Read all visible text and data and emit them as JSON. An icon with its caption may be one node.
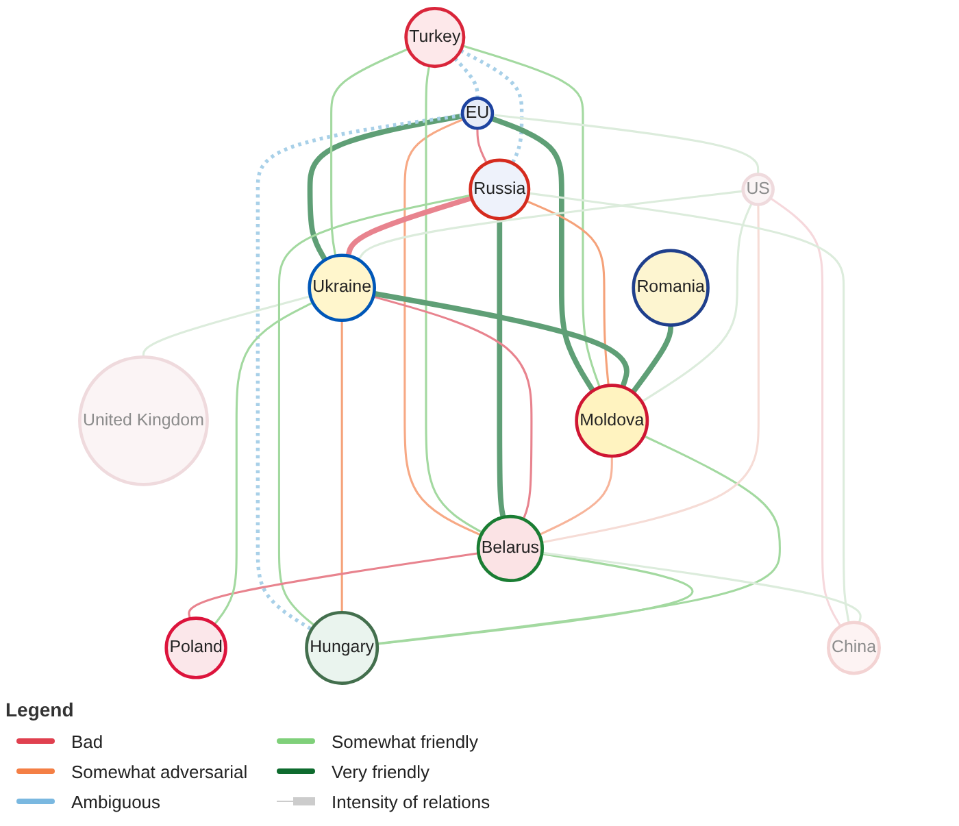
{
  "diagram": {
    "nodes": [
      {
        "text": [
          "United Kingdom"
        ]
      },
      {
        "text": [
          "Turkey"
        ]
      },
      {
        "text": [
          "EU"
        ]
      },
      {
        "text": [
          "Russia"
        ]
      },
      {
        "text": [
          "Ukraine"
        ]
      },
      {
        "text": [
          "Romania"
        ]
      },
      {
        "text": [
          "Moldova"
        ]
      },
      {
        "text": [
          "Belarus"
        ]
      },
      {
        "text": [
          "Poland"
        ]
      },
      {
        "text": [
          "US"
        ]
      },
      {
        "text": [
          "China"
        ]
      },
      {
        "text": [
          "Hungary"
        ]
      }
    ],
    "edges": [
      {
        "from": 2,
        "to": 3,
        "arrow": "none",
        "color": "#e8838e"
      },
      {
        "from": 1,
        "to": 2,
        "arrow": "none",
        "style": "dashed",
        "color": "#a8d0e8"
      },
      {
        "from": 1,
        "to": 3,
        "arrow": "none",
        "style": "dashed",
        "color": "#a8d0e8"
      },
      {
        "from": 2,
        "to": 4,
        "arrow": "none",
        "style": "thick",
        "color": "#5f9f76"
      },
      {
        "from": 2,
        "to": 6,
        "arrow": "none",
        "style": "thick",
        "color": "#5f9f76"
      },
      {
        "from": 2,
        "to": 7,
        "arrow": "none",
        "color": "#f7a985"
      },
      {
        "from": 2,
        "to": 11,
        "arrow": "none",
        "style": "dashed",
        "color": "#a8d0e8"
      },
      {
        "from": 4,
        "to": 0,
        "arrow": "none",
        "color": "#dcecdc"
      },
      {
        "from": 1,
        "to": 6,
        "arrow": "none"
      },
      {
        "from": 1,
        "to": 4,
        "arrow": "none"
      },
      {
        "from": 1,
        "to": 7,
        "arrow": "none"
      },
      {
        "from": 3,
        "to": 4,
        "arrow": "none",
        "style": "thick",
        "color": "#e8838e"
      },
      {
        "from": 3,
        "to": 6,
        "arrow": "none",
        "color": "#f5a27a"
      },
      {
        "from": 3,
        "to": 7,
        "arrow": "none",
        "style": "thick",
        "color": "#5f9f76"
      },
      {
        "from": 3,
        "to": 11,
        "arrow": "none"
      },
      {
        "from": 4,
        "to": 7,
        "arrow": "none",
        "color": "#e8838e"
      },
      {
        "from": 4,
        "to": 11,
        "arrow": "none",
        "color": "#f5a27a"
      },
      {
        "from": 4,
        "to": 6,
        "arrow": "none",
        "style": "thick",
        "color": "#5f9f76"
      },
      {
        "from": 5,
        "to": 6,
        "arrow": "none",
        "style": "thick",
        "color": "#5f9f76"
      },
      {
        "from": 6,
        "to": 7,
        "arrow": "none",
        "color": "#f7b49a"
      },
      {
        "from": 6,
        "to": 11,
        "arrow": "none"
      },
      {
        "from": 7,
        "to": 8,
        "arrow": "none",
        "color": "#e8838e"
      },
      {
        "from": 7,
        "to": 11,
        "arrow": "none"
      },
      {
        "from": 4,
        "to": 8,
        "arrow": "none"
      },
      {
        "from": 2,
        "to": 9,
        "arrow": "none",
        "color": "#dcecdc"
      },
      {
        "from": 9,
        "to": 6,
        "arrow": "none",
        "color": "#dcecdc"
      },
      {
        "from": 9,
        "to": 4,
        "arrow": "none",
        "color": "#dcecdc"
      },
      {
        "from": 9,
        "to": 7,
        "arrow": "none",
        "color": "#f6dcd6"
      },
      {
        "from": 9,
        "to": 10,
        "arrow": "none",
        "color": "#f6d8dc"
      },
      {
        "from": 3,
        "to": 10,
        "arrow": "none",
        "color": "#dcecdc"
      },
      {
        "from": 7,
        "to": 10,
        "arrow": "none",
        "color": "#dcecdc"
      }
    ],
    "labels": [
      "Legend"
    ],
    "legend": [
      {
        "text": "Bad",
        "color": "#e0404f"
      },
      {
        "text": "Somewhat adversarial",
        "color": "#f47f45"
      },
      {
        "text": "Ambiguous",
        "color": "#7ab8e0"
      },
      {
        "text": "Somewhat friendly",
        "color": "#7fd07a"
      },
      {
        "text": "Very friendly",
        "color": "#0e6b2e"
      },
      {
        "text": "Intensity of relations"
      }
    ]
  }
}
